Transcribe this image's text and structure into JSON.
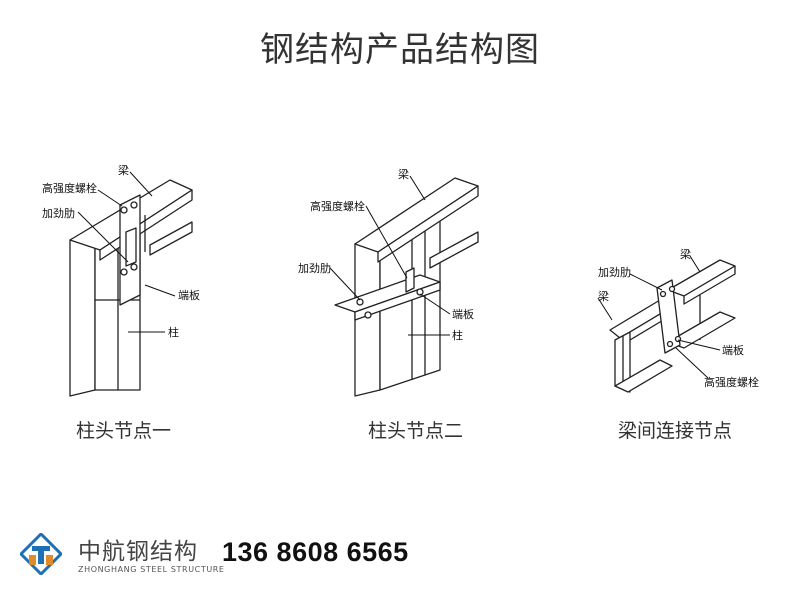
{
  "title": "钢结构产品结构图",
  "nodes": [
    {
      "caption": "柱头节点一",
      "labels": {
        "beam": "梁",
        "bolt": "高强度螺栓",
        "stiffener": "加劲肋",
        "endplate": "端板",
        "column": "柱"
      }
    },
    {
      "caption": "柱头节点二",
      "labels": {
        "beam": "梁",
        "bolt": "高强度螺栓",
        "stiffener": "加劲肋",
        "endplate": "端板",
        "column": "柱"
      }
    },
    {
      "caption": "梁间连接节点",
      "labels": {
        "stiffener": "加劲肋",
        "beam_right": "梁",
        "beam_left": "梁",
        "endplate": "端板",
        "bolt": "高强度螺栓"
      }
    }
  ],
  "brand": {
    "name_cn": "中航钢结构",
    "name_en": "ZHONGHANG STEEL STRUCTURE",
    "phone": "136 8608 6565"
  },
  "colors": {
    "logo_blue": "#1f6fb5",
    "logo_orange": "#e08a2a",
    "line": "#222222"
  }
}
